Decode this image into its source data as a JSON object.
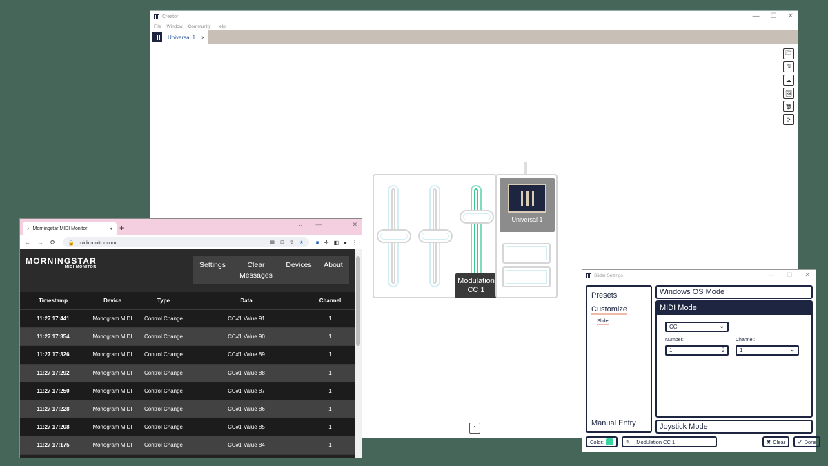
{
  "creator": {
    "title": "Creator",
    "menu": [
      "File",
      "Window",
      "Community",
      "Help"
    ],
    "tab_label": "Universal 1",
    "tab_close": "×",
    "tab_add": "+",
    "controls": {
      "minimize": "—",
      "maximize": "☐",
      "close": "✕"
    },
    "tooltip_line1": "Modulation",
    "tooltip_line2": "CC 1",
    "module_name": "Universal 1",
    "tools": [
      "🗁",
      "🖫",
      "☁",
      "🖼",
      "🗑",
      "⟳"
    ],
    "collapse_icon": "⌃"
  },
  "browser": {
    "tab_title": "Morningstar MIDI Monitor",
    "url": "midimonitor.com",
    "brand": "MORNINGSTAR",
    "brand_sub": "MIDI MONITOR",
    "nav": [
      {
        "label": "Settings"
      },
      {
        "label": "Clear Messages"
      },
      {
        "label": "Devices"
      },
      {
        "label": "About"
      }
    ],
    "columns": [
      "Timestamp",
      "Device",
      "Type",
      "Data",
      "Channel"
    ],
    "rows": [
      {
        "ts": "11:27 17:441",
        "device": "Monogram MIDI",
        "type": "Control Change",
        "data": "CC#1 Value 91",
        "ch": "1"
      },
      {
        "ts": "11:27 17:354",
        "device": "Monogram MIDI",
        "type": "Control Change",
        "data": "CC#1 Value 90",
        "ch": "1"
      },
      {
        "ts": "11:27 17:326",
        "device": "Monogram MIDI",
        "type": "Control Change",
        "data": "CC#1 Value 89",
        "ch": "1"
      },
      {
        "ts": "11:27 17:292",
        "device": "Monogram MIDI",
        "type": "Control Change",
        "data": "CC#1 Value 88",
        "ch": "1"
      },
      {
        "ts": "11:27 17:250",
        "device": "Monogram MIDI",
        "type": "Control Change",
        "data": "CC#1 Value 87",
        "ch": "1"
      },
      {
        "ts": "11:27 17:228",
        "device": "Monogram MIDI",
        "type": "Control Change",
        "data": "CC#1 Value 86",
        "ch": "1"
      },
      {
        "ts": "11:27 17:208",
        "device": "Monogram MIDI",
        "type": "Control Change",
        "data": "CC#1 Value 85",
        "ch": "1"
      },
      {
        "ts": "11:27 17:175",
        "device": "Monogram MIDI",
        "type": "Control Change",
        "data": "CC#1 Value 84",
        "ch": "1"
      }
    ]
  },
  "settings": {
    "title": "Slider Settings",
    "presets": "Presets",
    "customize": "Customize",
    "slide": "Slide",
    "manual_entry": "Manual Entry",
    "windows_os_mode": "Windows OS Mode",
    "midi_mode": "MIDI Mode",
    "joystick_mode": "Joystick Mode",
    "message_type": "CC",
    "number_label": "Number:",
    "number_value": "1",
    "channel_label": "Channel:",
    "channel_value": "1",
    "color_label": "Color:",
    "color_value": "#39d5a0",
    "name_value": "Modulation CC 1",
    "clear_label": "Clear",
    "done_label": "Done"
  }
}
